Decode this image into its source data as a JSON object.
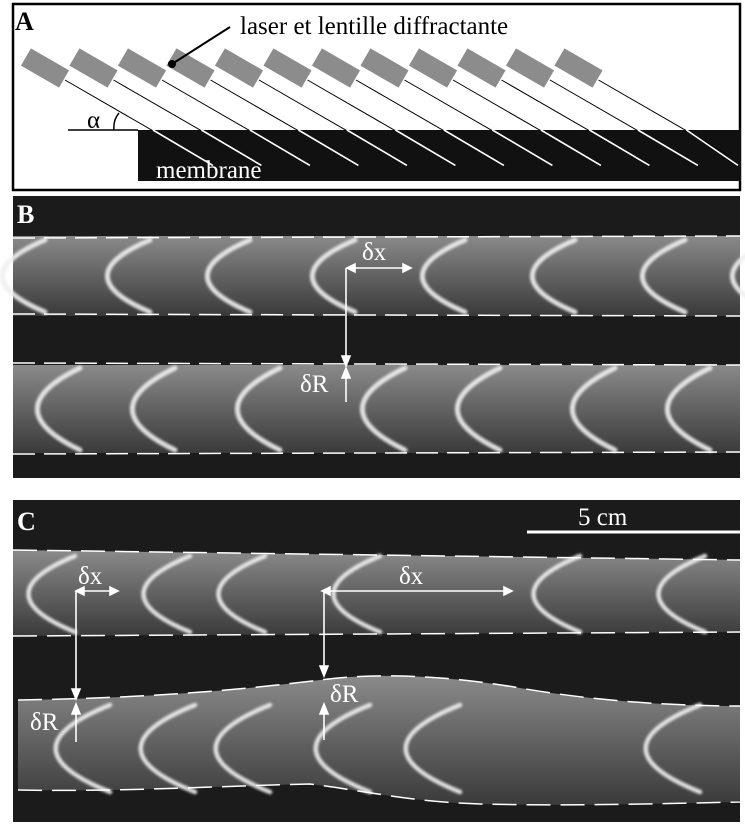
{
  "figure": {
    "panels": [
      {
        "id": "A",
        "letter": "A"
      },
      {
        "id": "B",
        "letter": "B"
      },
      {
        "id": "C",
        "letter": "C"
      }
    ],
    "panel_a": {
      "laser_label": "laser et lentille diffractante",
      "angle_label": "α",
      "membrane_label": "membrane",
      "laser_count": 12
    },
    "panel_b": {
      "dx_label": "δx",
      "dr_label": "δR"
    },
    "panel_c": {
      "scale_label": "5 cm",
      "dx_label_left": "δx",
      "dx_label_right": "δx",
      "dr_label_left": "δR",
      "dr_label_right": "δR"
    },
    "colors": {
      "background": "#ffffff",
      "photo_dark": "#1b1b1b",
      "tube": "#6a6a6a",
      "arc": "#e6e6e6",
      "laser_box": "#8c8c8c",
      "membrane": "#111111",
      "annotation": "#ffffff"
    }
  }
}
